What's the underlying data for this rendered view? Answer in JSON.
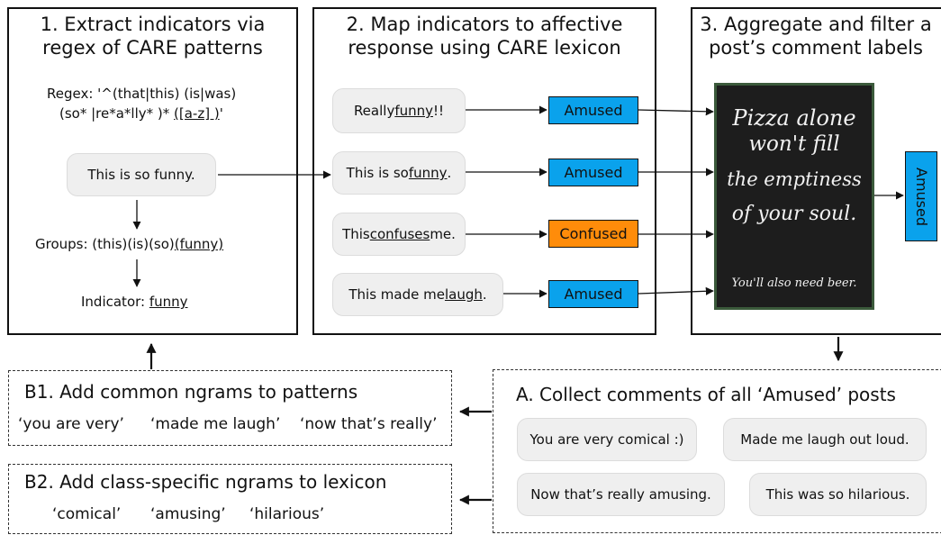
{
  "panel1": {
    "title_line1": "1. Extract indicators via",
    "title_line2": "regex of CARE patterns",
    "regex_line1": "Regex: '^(that|this) (is|was)",
    "regex_line2_a": "(so* |re*a*lly* )* ",
    "regex_line2_b": "([a-z] )",
    "regex_line2_c": "'",
    "example": "This is so funny.",
    "groups_prefix": "Groups: (this)(is)(so)",
    "groups_u": "(funny)",
    "indicator_prefix": "Indicator: ",
    "indicator_u": "funny"
  },
  "panel2": {
    "title_line1": "2. Map indicators to affective",
    "title_line2": "response using CARE lexicon",
    "rows": [
      {
        "pre": "Really ",
        "u": "funny",
        "post": "!!",
        "label": "Amused",
        "color": "#0aa2ec"
      },
      {
        "pre": "This is so ",
        "u": "funny",
        "post": ".",
        "label": "Amused",
        "color": "#0aa2ec"
      },
      {
        "pre": "This ",
        "u": "confuses",
        "post": " me.",
        "label": "Confused",
        "color": "#ff8c0a"
      },
      {
        "pre": "This made me ",
        "u": "laugh",
        "post": ".",
        "label": "Amused",
        "color": "#0aa2ec"
      }
    ]
  },
  "panel3": {
    "title_line1": "3. Aggregate and filter a",
    "title_line2": "post’s comment labels",
    "chalk_lines": [
      "Pizza alone",
      "won't fill",
      "the emptiness",
      "of your soul.",
      "You'll also need beer."
    ],
    "result_label": "Amused"
  },
  "sectionA": {
    "title": "A. Collect comments of all ‘Amused’ posts",
    "comments": [
      "You are very comical :)",
      "Made me laugh out loud.",
      "Now that’s really amusing.",
      "This was so hilarious."
    ]
  },
  "sectionB1": {
    "title": "B1. Add common ngrams to patterns",
    "ngrams": [
      "‘you are very’",
      "‘made me laugh’",
      "‘now that’s really’"
    ]
  },
  "sectionB2": {
    "title": "B2. Add class-specific ngrams to lexicon",
    "ngrams": [
      "‘comical’",
      "‘amusing’",
      "‘hilarious’"
    ]
  }
}
